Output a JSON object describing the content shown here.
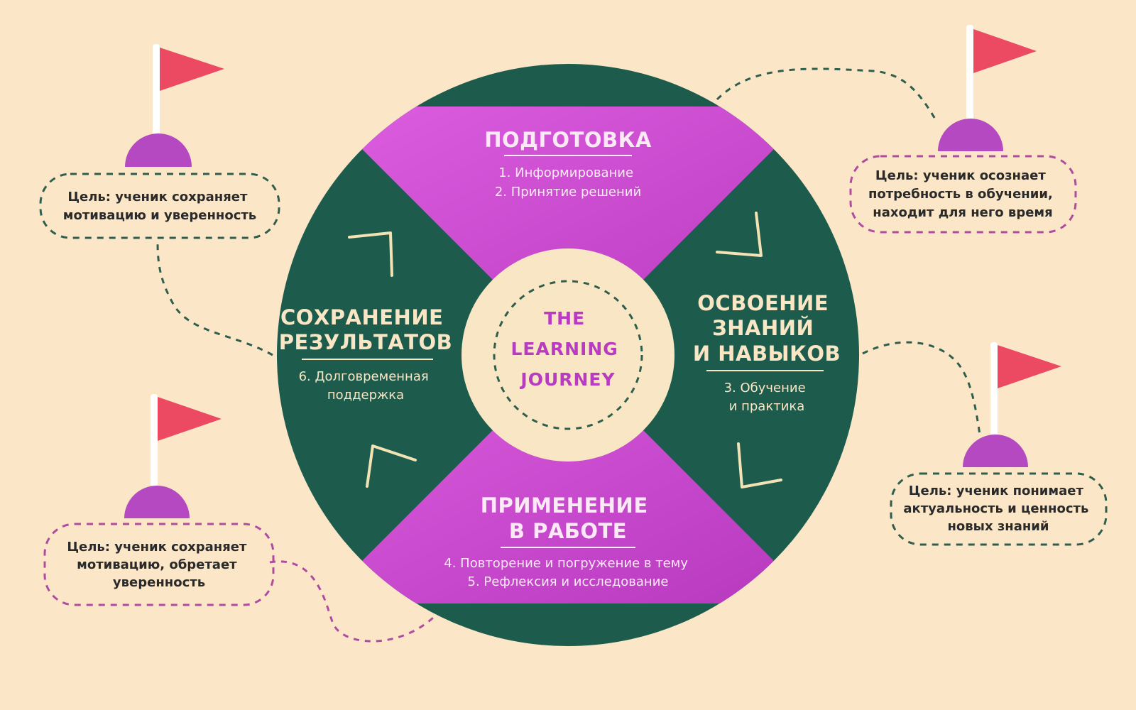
{
  "center": {
    "lines": [
      "THE",
      "LEARNING",
      "JOURNEY"
    ]
  },
  "segments": {
    "top": {
      "heading": [
        "ПОДГОТОВКА"
      ],
      "items": [
        "1. Информирование",
        "2. Принятие решений"
      ]
    },
    "right": {
      "heading": [
        "ОСВОЕНИЕ",
        "ЗНАНИЙ",
        "И НАВЫКОВ"
      ],
      "items": [
        "3. Обучение",
        "и практика"
      ]
    },
    "bottom": {
      "heading": [
        "ПРИМЕНЕНИЕ",
        "В РАБОТЕ"
      ],
      "items": [
        "4. Повторение и погружение в тему",
        "5. Рефлексия и исследование"
      ]
    },
    "left": {
      "heading": [
        "СОХРАНЕНИЕ",
        "РЕЗУЛЬТАТОВ"
      ],
      "items": [
        "6. Долговременная",
        "поддержка"
      ]
    }
  },
  "goals": {
    "top_left": [
      "Цель: ученик сохраняет",
      "мотивацию и уверенность"
    ],
    "top_right": [
      "Цель: ученик осознает",
      "потребность в обучении,",
      "находит для него время"
    ],
    "bottom_right": [
      "Цель: ученик понимает",
      "актуальность и ценность",
      "новых знаний"
    ],
    "bottom_left": [
      "Цель: ученик сохраняет",
      "мотивацию, обретает",
      "уверенность"
    ]
  },
  "colors": {
    "background": "#fbe7c8",
    "magenta": "#cd46d2",
    "teal": "#1d5c4d",
    "cream": "#f8e6c4",
    "flag_red": "#ec4a62",
    "pin_purple": "#b449c1",
    "dash_green": "#2f5e4c",
    "dash_purple": "#b04ba0"
  }
}
